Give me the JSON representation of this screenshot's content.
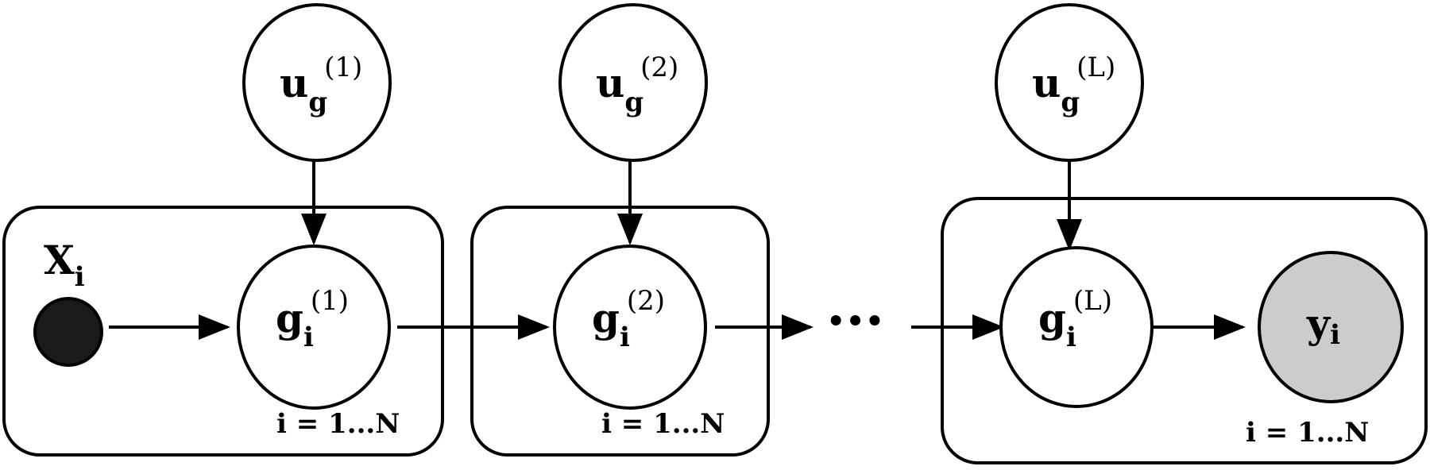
{
  "nodes": {
    "u1": {
      "base": "u",
      "sub": "g",
      "sup": "(1)"
    },
    "u2": {
      "base": "u",
      "sub": "g",
      "sup": "(2)"
    },
    "uL": {
      "base": "u",
      "sub": "g",
      "sup": "(L)"
    },
    "g1": {
      "base": "g",
      "sub": "i",
      "sup": "(1)"
    },
    "g2": {
      "base": "g",
      "sub": "i",
      "sup": "(2)"
    },
    "gL": {
      "base": "g",
      "sub": "i",
      "sup": "(L)"
    },
    "x": {
      "base": "X",
      "sub": "i"
    },
    "y": {
      "base": "y",
      "sub": "i"
    }
  },
  "plates": {
    "p1": {
      "label": "i = 1...N"
    },
    "p2": {
      "label": "i = 1...N"
    },
    "p3": {
      "label": "i = 1...N"
    }
  },
  "ellipsis": "···",
  "colors": {
    "observed_fill": "#cccccc",
    "input_fill": "#1a1a1a"
  }
}
